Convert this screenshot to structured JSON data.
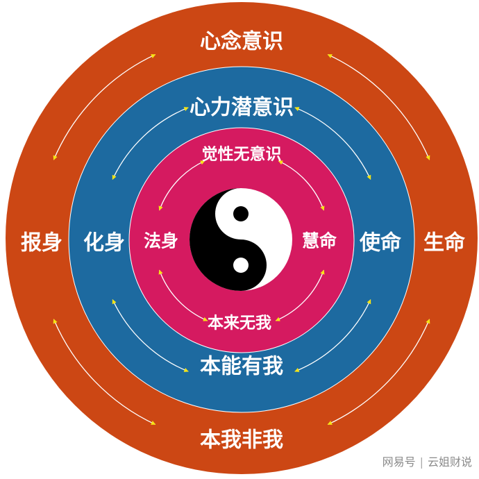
{
  "colors": {
    "outer": "#cc4714",
    "middle": "#1d6aa0",
    "inner": "#d51a60",
    "arrow": "#f5e415",
    "line": "#ffffff"
  },
  "outer_ring": {
    "top": "心念意识",
    "left": "报身",
    "right": "生命",
    "bottom": "本我非我"
  },
  "middle_ring": {
    "top": "心力潜意识",
    "left": "化身",
    "right": "使命",
    "bottom": "本能有我"
  },
  "inner_ring": {
    "top": "觉性无意识",
    "left": "法身",
    "right": "慧命",
    "bottom": "本来无我"
  },
  "center_icon": "yin-yang-icon",
  "watermark": {
    "platform": "网易号",
    "author": "云姐财说"
  }
}
